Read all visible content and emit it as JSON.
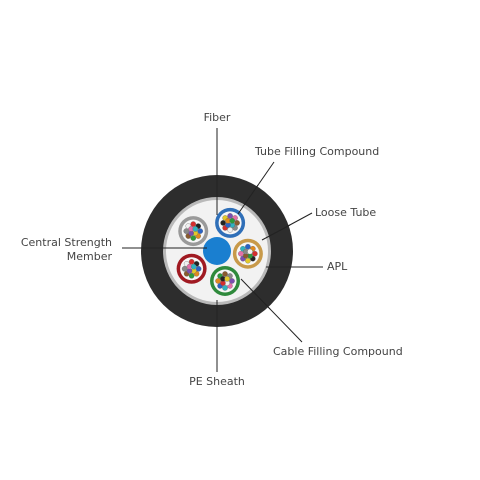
{
  "labels": {
    "fiber": "Fiber",
    "tube_filling_compound": "Tube Filling Compound",
    "loose_tube": "Loose Tube",
    "central_strength_member_line1": "Central Strength",
    "central_strength_member_line2": "Member",
    "apl": "APL",
    "cable_filling_compound": "Cable Filling Compound",
    "pe_sheath": "PE Sheath"
  },
  "colors": {
    "pe_sheath": "#2d2d2d",
    "apl": "#b9b9b9",
    "core_fill": "#f2f2f2",
    "central_strength_member": "#1a7fd0",
    "tubes": [
      "#9a9a9a",
      "#2f6fb8",
      "#c89a4a",
      "#2f8a3c",
      "#a01a22"
    ],
    "fibers": [
      "#2a63c4",
      "#e08a1f",
      "#2e9a3b",
      "#8a5a2e",
      "#888888",
      "#f0f0f0",
      "#d62d2d",
      "#222222",
      "#e2c92a",
      "#7a4fb0",
      "#e46fa8",
      "#2fb3c0"
    ],
    "leader": "#222222"
  }
}
